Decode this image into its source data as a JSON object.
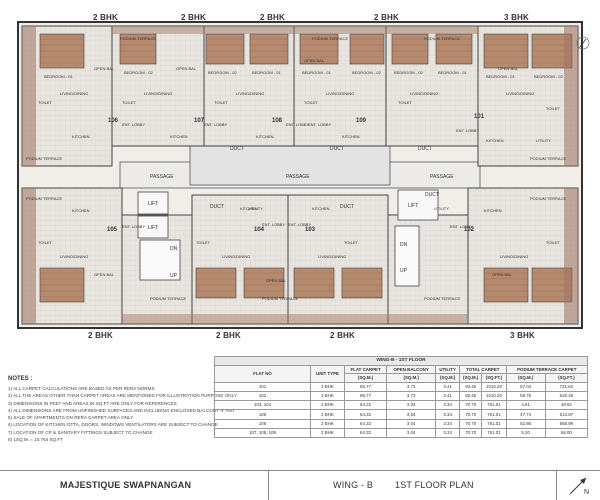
{
  "plan": {
    "unit_types_top": [
      "2 BHK",
      "2 BHK",
      "2 BHK",
      "2 BHK",
      "3 BHK"
    ],
    "unit_types_bottom": [
      "2 BHK",
      "2 BHK",
      "2 BHK",
      "3 BHK"
    ],
    "flat_numbers": [
      "106",
      "107",
      "108",
      "109",
      "101",
      "105",
      "104",
      "103",
      "102"
    ],
    "common_labels": {
      "passage": "PASSAGE",
      "duct": "DUCT",
      "lift": "LIFT",
      "up": "UP",
      "dn": "DN"
    },
    "room_labels": {
      "bedroom_01": "BEDROOM - 01",
      "bedroom_02": "BEDROOM - 02",
      "living": "LIVING/DINING",
      "kitchen": "KITCHEN",
      "toilet": "TOILET",
      "open_bal": "OPEN BAL",
      "podium": "PODIUM TERRACE",
      "utility": "UTILITY",
      "ent_lobby": "ENT. LOBBY"
    }
  },
  "notes": {
    "title": "NOTES :",
    "items": [
      "1) ALL CARPET CALCULATIONS ARE BASED AS PER RERA NORMS",
      "2) ALL THE AREAS OTHER THAN CARPET AREAS ARE MENTIONED FOR ILLUSTRATION PURPOSE ONLY",
      "3) DIMENSIONS IN FEET AND AREAS IN SQ.FT ARE ONLY FOR REFERENCES",
      "4) ALL DIMENSIONS ARE FROM UNFINISHED SURFACES AND INCLUDING ENCLOSED BALCONY IF ANY",
      "5) SALE OF APARTMENTS ON RERA CARPET AREA ONLY",
      "6) LOCATION OF KITCHEN OTTA, DOORS, WINDOWS VENTILATORS ARE SUBJECT TO CHANGE",
      "7) LOCATION OF CP & SANITARY FITTINGS SUBJECT TO CHANGE",
      "8) 1SQ.M. = 10.764 SQ.FT"
    ]
  },
  "table": {
    "caption": "WING-B - 1ST FLOOR",
    "headers": [
      "FLAT NO",
      "UNIT TYPE",
      "FLAT CARPET",
      "OPEN BALCONY",
      "UTILITY",
      "TOTAL CARPET",
      "PODIUM TERRACE CARPET"
    ],
    "units": [
      "(SQ.M.)",
      "(SQ.M.)",
      "(SQ.M.)",
      "(SQ.M.)",
      "(SQ.FT.)",
      "(SQ.M.)",
      "(SQ.FT.)"
    ],
    "rows": [
      [
        "101",
        "3 BHK",
        "86.77",
        "3.73",
        "3.41",
        "93.45",
        "1010.20",
        "67.04",
        "721.62"
      ],
      [
        "102",
        "3 BHK",
        "86.77",
        "3.73",
        "3.41",
        "93.45",
        "1010.20",
        "58.76",
        "632.49"
      ],
      [
        "103, 104",
        "2 BHK",
        "64.32",
        "3.04",
        "3.34",
        "70.70",
        "761.01",
        "4.61",
        "49.62"
      ],
      [
        "105",
        "2 BHK",
        "64.32",
        "3.04",
        "3.34",
        "70.70",
        "761.01",
        "47.74",
        "513.87"
      ],
      [
        "106",
        "2 BHK",
        "64.32",
        "3.04",
        "3.34",
        "70.70",
        "761.01",
        "52.86",
        "568.99"
      ],
      [
        "107, 108, 109",
        "2 BHK",
        "64.32",
        "3.04",
        "3.34",
        "70.70",
        "761.01",
        "5.20",
        "56.00"
      ]
    ]
  },
  "footer": {
    "project": "MAJESTIQUE SWAPNANGAN",
    "wing": "WING - B",
    "floor_plan": "1ST FLOOR PLAN",
    "north": "N"
  }
}
